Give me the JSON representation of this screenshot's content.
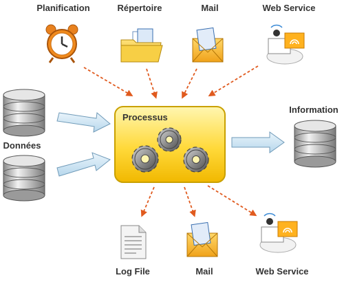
{
  "inputs": {
    "planning_label": "Planification",
    "directory_label": "Répertoire",
    "mail_label": "Mail",
    "webservice_label": "Web Service"
  },
  "data_sources": {
    "label": "Données"
  },
  "process": {
    "title": "Processus"
  },
  "output": {
    "label": "Information"
  },
  "outputs": {
    "logfile_label": "Log File",
    "mail_label": "Mail",
    "webservice_label": "Web Service"
  },
  "colors": {
    "arrow_dashed": "#e05a1e",
    "process_fill_light": "#fff3a0",
    "process_fill_dark": "#f5c400",
    "process_border": "#c9a000",
    "block_arrow_fill": "#cfe6f5",
    "block_arrow_stroke": "#6f9ab8",
    "cylinder_fill": "#d9d9d9",
    "cylinder_stroke": "#555555"
  }
}
